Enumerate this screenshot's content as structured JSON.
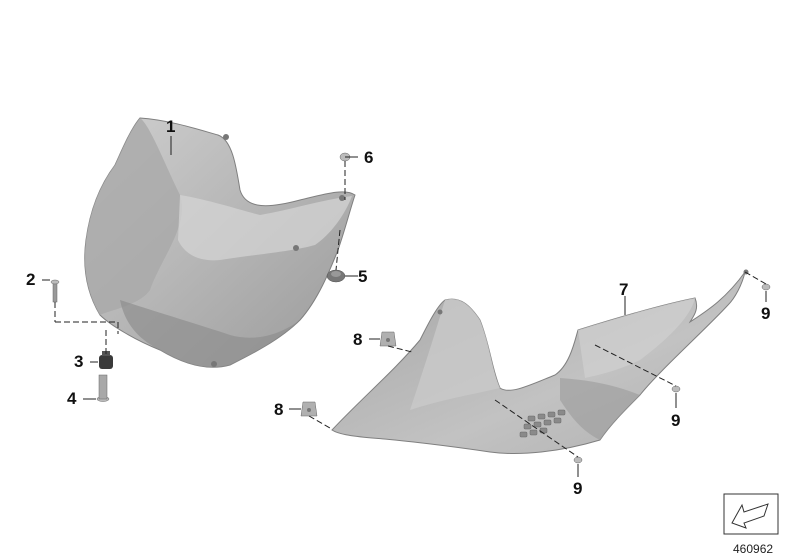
{
  "diagram": {
    "callouts": [
      {
        "id": "c1",
        "label": "1"
      },
      {
        "id": "c2",
        "label": "2"
      },
      {
        "id": "c3",
        "label": "3"
      },
      {
        "id": "c4",
        "label": "4"
      },
      {
        "id": "c5",
        "label": "5"
      },
      {
        "id": "c6",
        "label": "6"
      },
      {
        "id": "c7",
        "label": "7"
      },
      {
        "id": "c8a",
        "label": "8"
      },
      {
        "id": "c8b",
        "label": "8"
      },
      {
        "id": "c9a",
        "label": "9"
      },
      {
        "id": "c9b",
        "label": "9"
      },
      {
        "id": "c9c",
        "label": "9"
      }
    ],
    "reference_number": "460962",
    "colors": {
      "part_fill": "#b9b9b9",
      "part_dark": "#8f8f8f",
      "part_light": "#d4d4d4",
      "line": "#222222"
    }
  }
}
